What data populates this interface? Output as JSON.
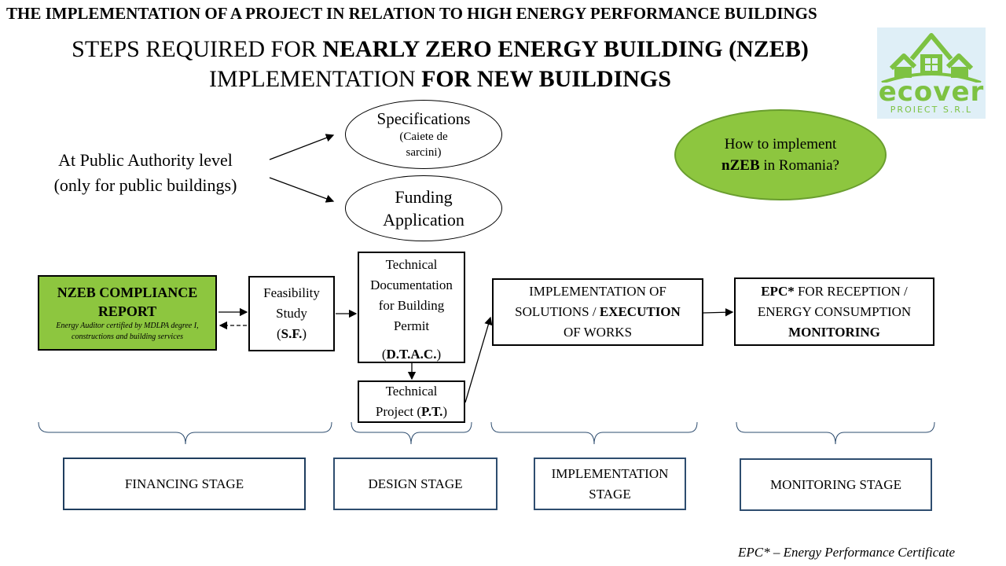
{
  "top_title": "THE IMPLEMENTATION OF A PROJECT IN RELATION TO HIGH ENERGY PERFORMANCE BUILDINGS",
  "main_title": {
    "line1_plain": "STEPS REQUIRED FOR ",
    "line1_bold": "NEARLY ZERO ENERGY BUILDING (NZEB)",
    "line2_plain": "IMPLEMENTATION ",
    "line2_bold": "FOR NEW BUILDINGS"
  },
  "logo": {
    "brand": "ecover",
    "subtitle": "PROIECT S.R.L",
    "colors": {
      "green": "#7dc242",
      "background": "#dfeff7"
    }
  },
  "public_authority": {
    "line1": "At Public Authority level",
    "line2": "(only for public buildings)"
  },
  "specifications": {
    "title": "Specifications",
    "sub1": "(Caiete de",
    "sub2": "sarcini)"
  },
  "funding": {
    "line1": "Funding",
    "line2": "Application"
  },
  "question": {
    "line1": "How to implement",
    "line2_bold": "nZEB",
    "line2_rest": " in Romania?",
    "color": "#8dc63f"
  },
  "nzeb_report": {
    "title1": "NZEB COMPLIANCE",
    "title2": "REPORT",
    "sub1": "Energy Auditor certified by MDLPA degree I,",
    "sub2": "constructions and building services",
    "color": "#8dc63f"
  },
  "feasibility": {
    "line1": "Feasibility",
    "line2": "Study",
    "line3_bold": "S.F."
  },
  "dtac": {
    "line1": "Technical",
    "line2": "Documentation",
    "line3": "for Building",
    "line4": "Permit",
    "line5_bold": "D.T.A.C."
  },
  "pt": {
    "line1": "Technical",
    "line2_plain": "Project (",
    "line2_bold": "P.T.",
    "line2_end": ")"
  },
  "implementation": {
    "line1": "IMPLEMENTATION OF",
    "line2_plain": "SOLUTIONS / ",
    "line2_bold": "EXECUTION",
    "line3": "OF WORKS"
  },
  "epc_box": {
    "line1_bold": "EPC*",
    "line1_rest": " FOR RECEPTION /",
    "line2": "ENERGY CONSUMPTION",
    "line3_bold": "MONITORING"
  },
  "stages": {
    "financing": "FINANCING STAGE",
    "design": "DESIGN STAGE",
    "implementation_1": "IMPLEMENTATION",
    "implementation_2": "STAGE",
    "monitoring": "MONITORING STAGE",
    "border_color": "#2e4d6f"
  },
  "footnote": "EPC* – Energy Performance Certificate"
}
